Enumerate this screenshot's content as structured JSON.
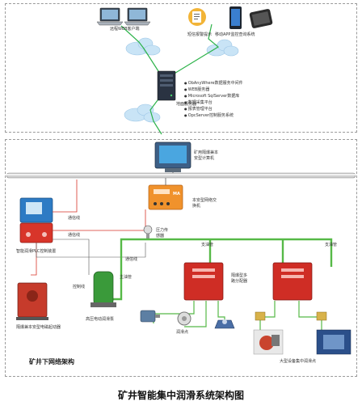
{
  "top_labels": {
    "remote_web_client": "远程WEB客户端",
    "email_sms_alert": "短信报警提示",
    "mobile_app_system": "移动APP监控查询系统"
  },
  "server_features": [
    "ObAnyWhere数据服务中间件",
    "WEB服务器",
    "Microsoft SqlServer数据库",
    "数据采集平台",
    "报表管理平台",
    "OpcServer控制服务系统"
  ],
  "server_label": "地面服务器",
  "industrial_pc": {
    "line1": "矿用隔爆兼本",
    "line2": "安型计算机"
  },
  "ring_switch": {
    "line1": "本安型网络交",
    "line2": "换机"
  },
  "plc_box": "智能润滑PLC控制装置",
  "signal_line_1": "通信线",
  "signal_line_2": "通信线",
  "signal_line_3": "控制线",
  "signal_line_4": "通信线",
  "pressure_sensor": {
    "line1": "压力传",
    "line2": "感器"
  },
  "main_pipe": "主油管",
  "branch_pipe": "支油管",
  "pump_station": "高压电动润滑泵",
  "switch_gear": "隔爆兼本安型电磁起动器",
  "dist_valve_1": {
    "line1": "隔爆型多",
    "line2": "路分配器"
  },
  "lube_points": "润滑点",
  "large_equipment": "大型设备集中润滑点",
  "underground_caption": "矿井下网络架构",
  "figure_title": "矿井智能集中润滑系统架构图",
  "colors": {
    "plc_blue": "#2e7bc4",
    "plc_red": "#d8352a",
    "switch_orange": "#f0922c",
    "pipe_green": "#56b947",
    "pump_green": "#3a9a3a",
    "dist_red": "#cf2d25",
    "starter_red": "#c63b2b",
    "valve_yellow": "#d8b24a"
  }
}
